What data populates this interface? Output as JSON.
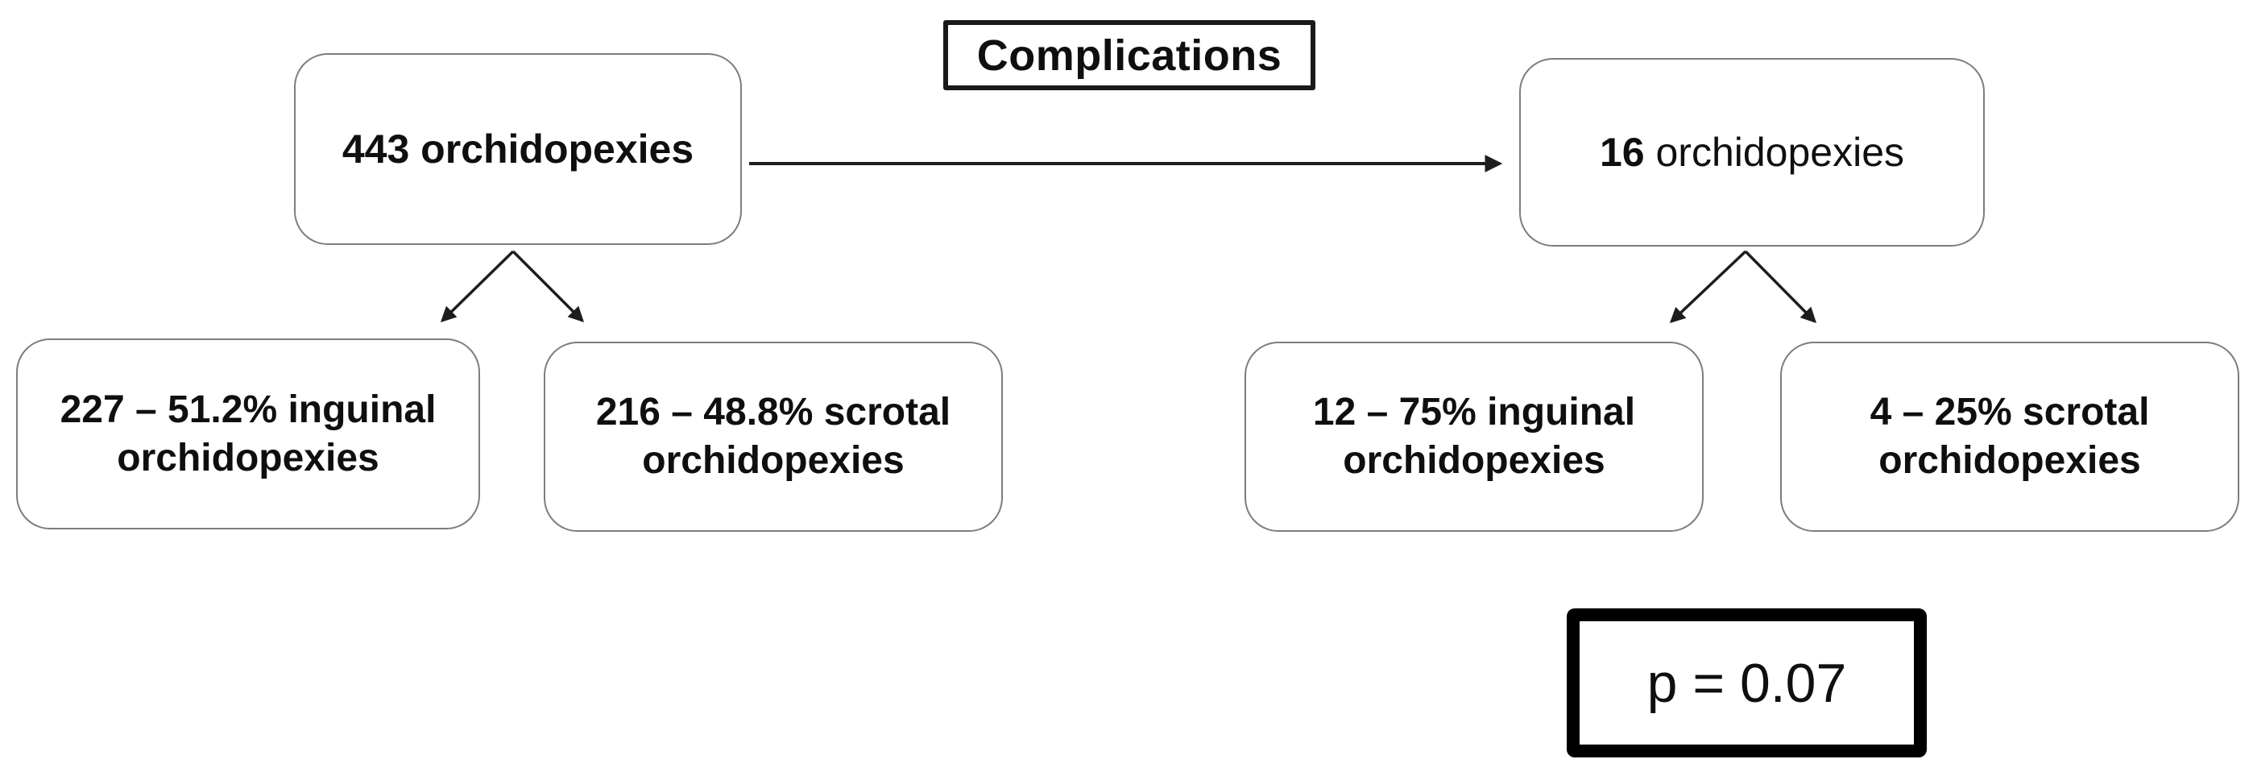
{
  "colors": {
    "background": "#ffffff",
    "text": "#0f0f0f",
    "rounded_box_border": "#7d7d7d",
    "title_box_border": "#1a1a1a",
    "p_box_border": "#000000",
    "arrow": "#1d1d1d"
  },
  "title": {
    "label": "Complications"
  },
  "flowchart": {
    "left_root": {
      "label": "443 orchidopexies"
    },
    "right_root": {
      "count": "16",
      "label": "orchidopexies"
    },
    "left_children": [
      {
        "line1": "227 – 51.2% inguinal",
        "line2": "orchidopexies"
      },
      {
        "line1": "216 – 48.8% scrotal",
        "line2": "orchidopexies"
      }
    ],
    "right_children": [
      {
        "line1": "12 – 75% inguinal",
        "line2": "orchidopexies"
      },
      {
        "line1": "4 – 25% scrotal",
        "line2": "orchidopexies"
      }
    ],
    "p_value": {
      "label": "p = 0.07"
    }
  }
}
